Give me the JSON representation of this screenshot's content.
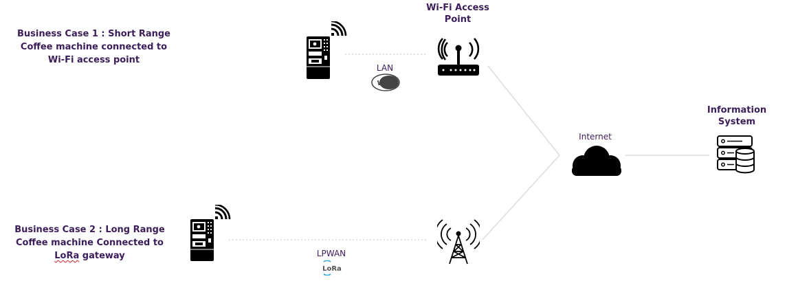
{
  "business_case_1": {
    "title": "Business Case 1 : Short Range",
    "line2": "Coffee machine connected to",
    "line3": "Wi-Fi access point"
  },
  "business_case_2": {
    "title": "Business Case 2 : Long Range",
    "line2": "Coffee machine Connected to",
    "line3_word": "LoRa",
    "line3_rest": " gateway"
  },
  "wifi_ap": {
    "title_line1": "Wi-Fi Access",
    "title_line2": "Point"
  },
  "lan": {
    "label": "LAN",
    "logo_text": "WiFi"
  },
  "lpwan": {
    "label": "LPWAN",
    "logo_text": "LoRa"
  },
  "internet": {
    "label": "Internet"
  },
  "info_system": {
    "title_line1": "Information",
    "title_line2": "System"
  },
  "icons": {
    "coffee_machine_1": "coffee-machine-icon",
    "coffee_machine_2": "coffee-machine-icon",
    "signal_1": "wireless-signal-icon",
    "signal_2": "wireless-signal-icon",
    "router": "wifi-router-icon",
    "tower": "radio-tower-icon",
    "cloud": "cloud-icon",
    "server": "server-database-icon"
  },
  "colors": {
    "text": "#3b1d5a",
    "connector": "#dcdcdc",
    "icon": "#000000"
  }
}
